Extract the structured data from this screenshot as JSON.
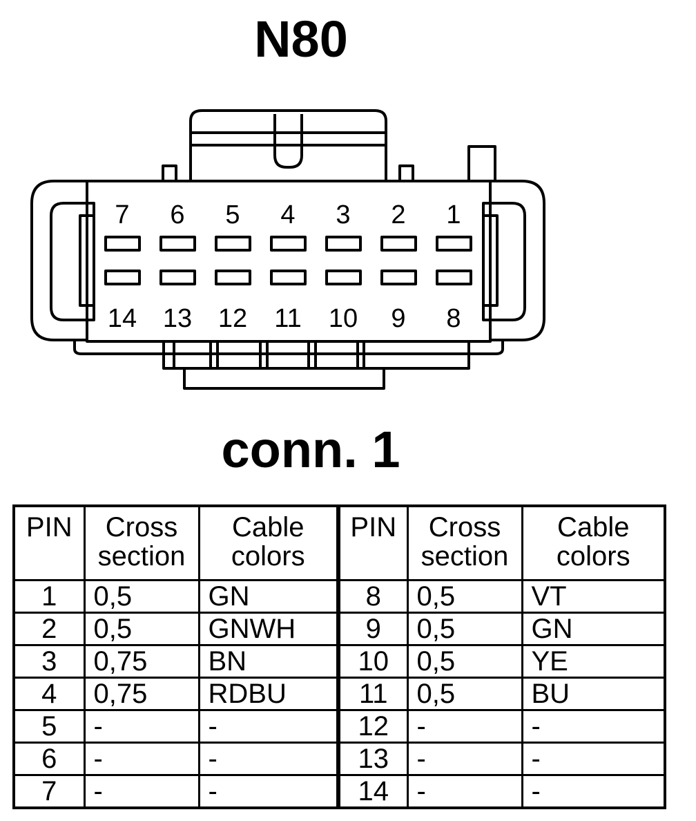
{
  "title": "N80",
  "subtitle": "conn. 1",
  "connector": {
    "top_pins": [
      "7",
      "6",
      "5",
      "4",
      "3",
      "2",
      "1"
    ],
    "bottom_pins": [
      "14",
      "13",
      "12",
      "11",
      "10",
      "9",
      "8"
    ]
  },
  "table": {
    "headers": {
      "pin": "PIN",
      "cross_1": "Cross",
      "cross_2": "section",
      "cable_1": "Cable",
      "cable_2": "colors"
    },
    "rows": [
      [
        "1",
        "0,5",
        "GN",
        "8",
        "0,5",
        "VT"
      ],
      [
        "2",
        "0,5",
        "GNWH",
        "9",
        "0,5",
        "GN"
      ],
      [
        "3",
        "0,75",
        "BN",
        "10",
        "0,5",
        "YE"
      ],
      [
        "4",
        "0,75",
        "RDBU",
        "11",
        "0,5",
        "BU"
      ],
      [
        "5",
        "-",
        "-",
        "12",
        "-",
        "-"
      ],
      [
        "6",
        "-",
        "-",
        "13",
        "-",
        "-"
      ],
      [
        "7",
        "-",
        "-",
        "14",
        "-",
        "-"
      ]
    ]
  }
}
